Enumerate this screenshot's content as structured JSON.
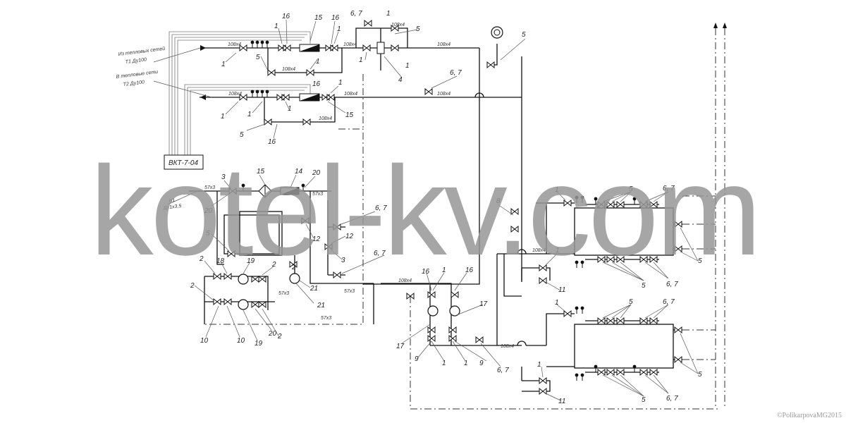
{
  "labels": {
    "from_network": "Из тепловых сетей",
    "from_network_dim": "Т1 Ду100",
    "to_network": "В тепловые сети",
    "to_network_dim": "Т2 Ду100",
    "device_box": "ВКТ-7-04",
    "cold_water": "В1",
    "cold_water_dim": "Ду1х3,5"
  },
  "callouts": [
    "1",
    "2",
    "3",
    "4",
    "5",
    "6, 7",
    "8",
    "9",
    "10",
    "11",
    "12",
    "14",
    "15",
    "16",
    "17",
    "18",
    "19",
    "20",
    "21"
  ],
  "watermark": "kotel-kv.com",
  "copyright": "©PolikarpovaMG2015"
}
